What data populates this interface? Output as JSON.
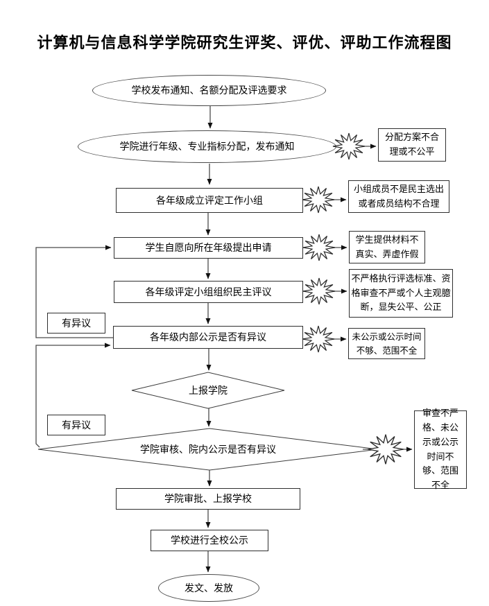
{
  "title": "计算机与信息科学学院研究生评奖、评优、评助工作流程图",
  "nodes": [
    {
      "shape": "ellipse",
      "label": "学校发布通知、名额分配及评选要求"
    },
    {
      "shape": "ellipse",
      "label": "学院进行年级、专业指标分配，发布通知"
    },
    {
      "shape": "rect",
      "label": "各年级成立评定工作小组"
    },
    {
      "shape": "rect",
      "label": "学生自愿向所在年级提出申请"
    },
    {
      "shape": "rect",
      "label": "各年级评定小组组织民主评议"
    },
    {
      "shape": "rect",
      "label": "各年级内部公示是否有异议"
    },
    {
      "shape": "diamond",
      "label": "上报学院"
    },
    {
      "shape": "diamond",
      "label": "学院审核、院内公示是否有异议"
    },
    {
      "shape": "rect",
      "label": "学院审批、上报学校"
    },
    {
      "shape": "rect",
      "label": "学校进行全校公示"
    },
    {
      "shape": "ellipse",
      "label": "发文、发放"
    }
  ],
  "side_notes": [
    {
      "label": "分配方案不合理或不公平"
    },
    {
      "label": "小组成员不是民主选出或者成员结构不合理"
    },
    {
      "label": "学生提供材料不真实、弄虚作假"
    },
    {
      "label": "不严格执行评选标准、资格审查不严或个人主观臆断，显失公平、公正"
    },
    {
      "label": "未公示或公示时间不够、范围不全"
    },
    {
      "label": "审查不严格、未公示或公示时间不够、范围不全"
    }
  ],
  "loop_labels": [
    {
      "label": "有异议"
    },
    {
      "label": "有异议"
    }
  ],
  "colors": {
    "background": "#ffffff",
    "line": "#4a4a4a",
    "border": "#2e2e2e",
    "text": "#000000"
  }
}
